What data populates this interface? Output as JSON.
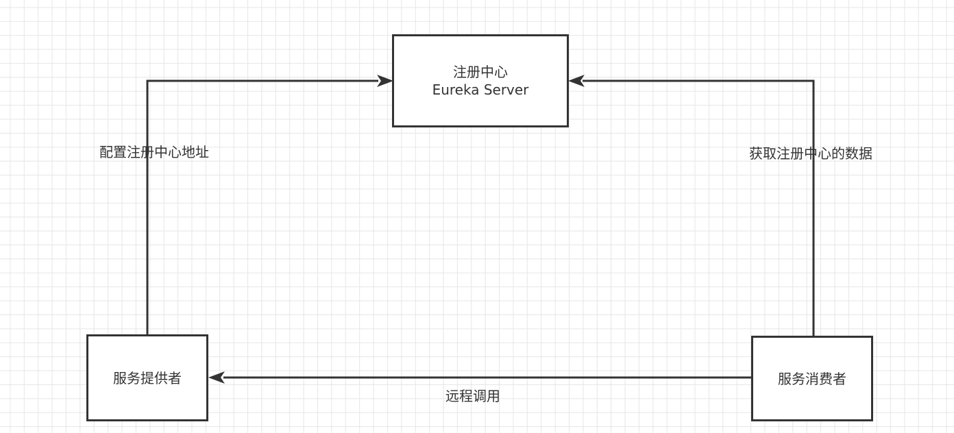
{
  "nodes": {
    "registry": {
      "line1": "注册中心",
      "line2": "Eureka Server"
    },
    "provider": {
      "label": "服务提供者"
    },
    "consumer": {
      "label": "服务消费者"
    }
  },
  "edges": {
    "provider_to_registry": "配置注册中心地址",
    "consumer_to_registry": "获取注册中心的数据",
    "consumer_to_provider": "远程调用"
  },
  "colors": {
    "stroke": "#333333",
    "grid": "#e6e6e6",
    "background": "#ffffff"
  }
}
